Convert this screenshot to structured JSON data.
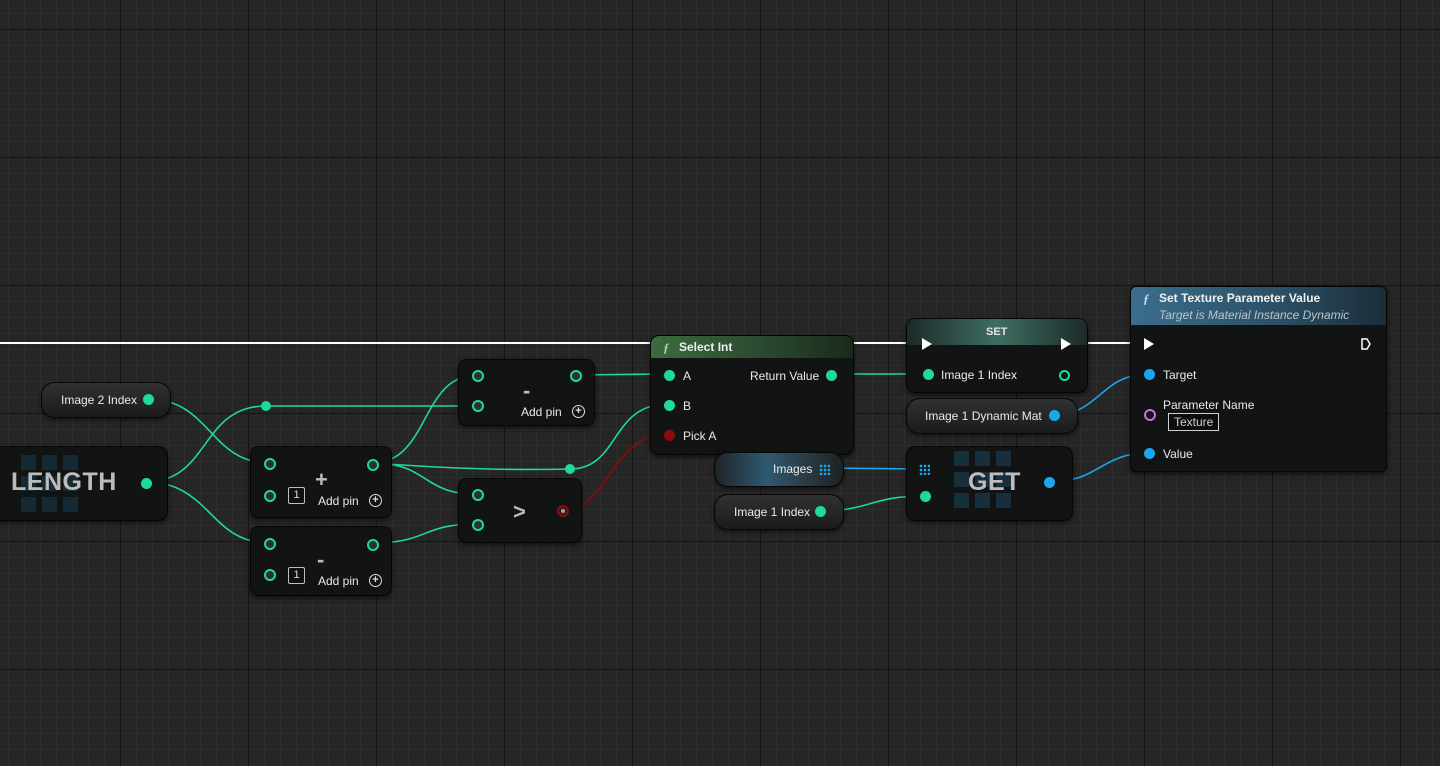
{
  "nodes": {
    "image2_index": {
      "label": "Image 2 Index"
    },
    "length": {
      "title": "LENGTH"
    },
    "add": {
      "symbol": "+",
      "const_value": "1",
      "add_pin_label": "Add pin"
    },
    "subtract_bottom": {
      "symbol": "-",
      "const_value": "1",
      "add_pin_label": "Add pin"
    },
    "subtract_top": {
      "symbol": "-",
      "add_pin_label": "Add pin"
    },
    "greater": {
      "symbol": ">"
    },
    "select_int": {
      "title": "Select Int",
      "pin_a": "A",
      "pin_b": "B",
      "pin_pick": "Pick A",
      "return_value": "Return Value"
    },
    "images": {
      "label": "Images"
    },
    "image1_index_get": {
      "label": "Image 1 Index"
    },
    "set": {
      "title": "SET",
      "pin_label": "Image 1 Index"
    },
    "image1_dynamic_mat": {
      "label": "Image 1 Dynamic Mat"
    },
    "get": {
      "title": "GET"
    },
    "set_texture": {
      "title": "Set Texture Parameter Value",
      "subtitle": "Target is Material Instance Dynamic",
      "pin_target": "Target",
      "pin_param_name": "Parameter Name",
      "param_value": "Texture",
      "pin_value": "Value"
    }
  },
  "colors": {
    "int_wire": "#1fd8a0",
    "object_wire": "#1aa7ef",
    "bool_wire": "#8d0b0b",
    "exec_wire": "#ffffff",
    "select_header": "#3d6b3f",
    "set_header": "#3e6e62",
    "set_texture_header": "#3a6e8c"
  }
}
